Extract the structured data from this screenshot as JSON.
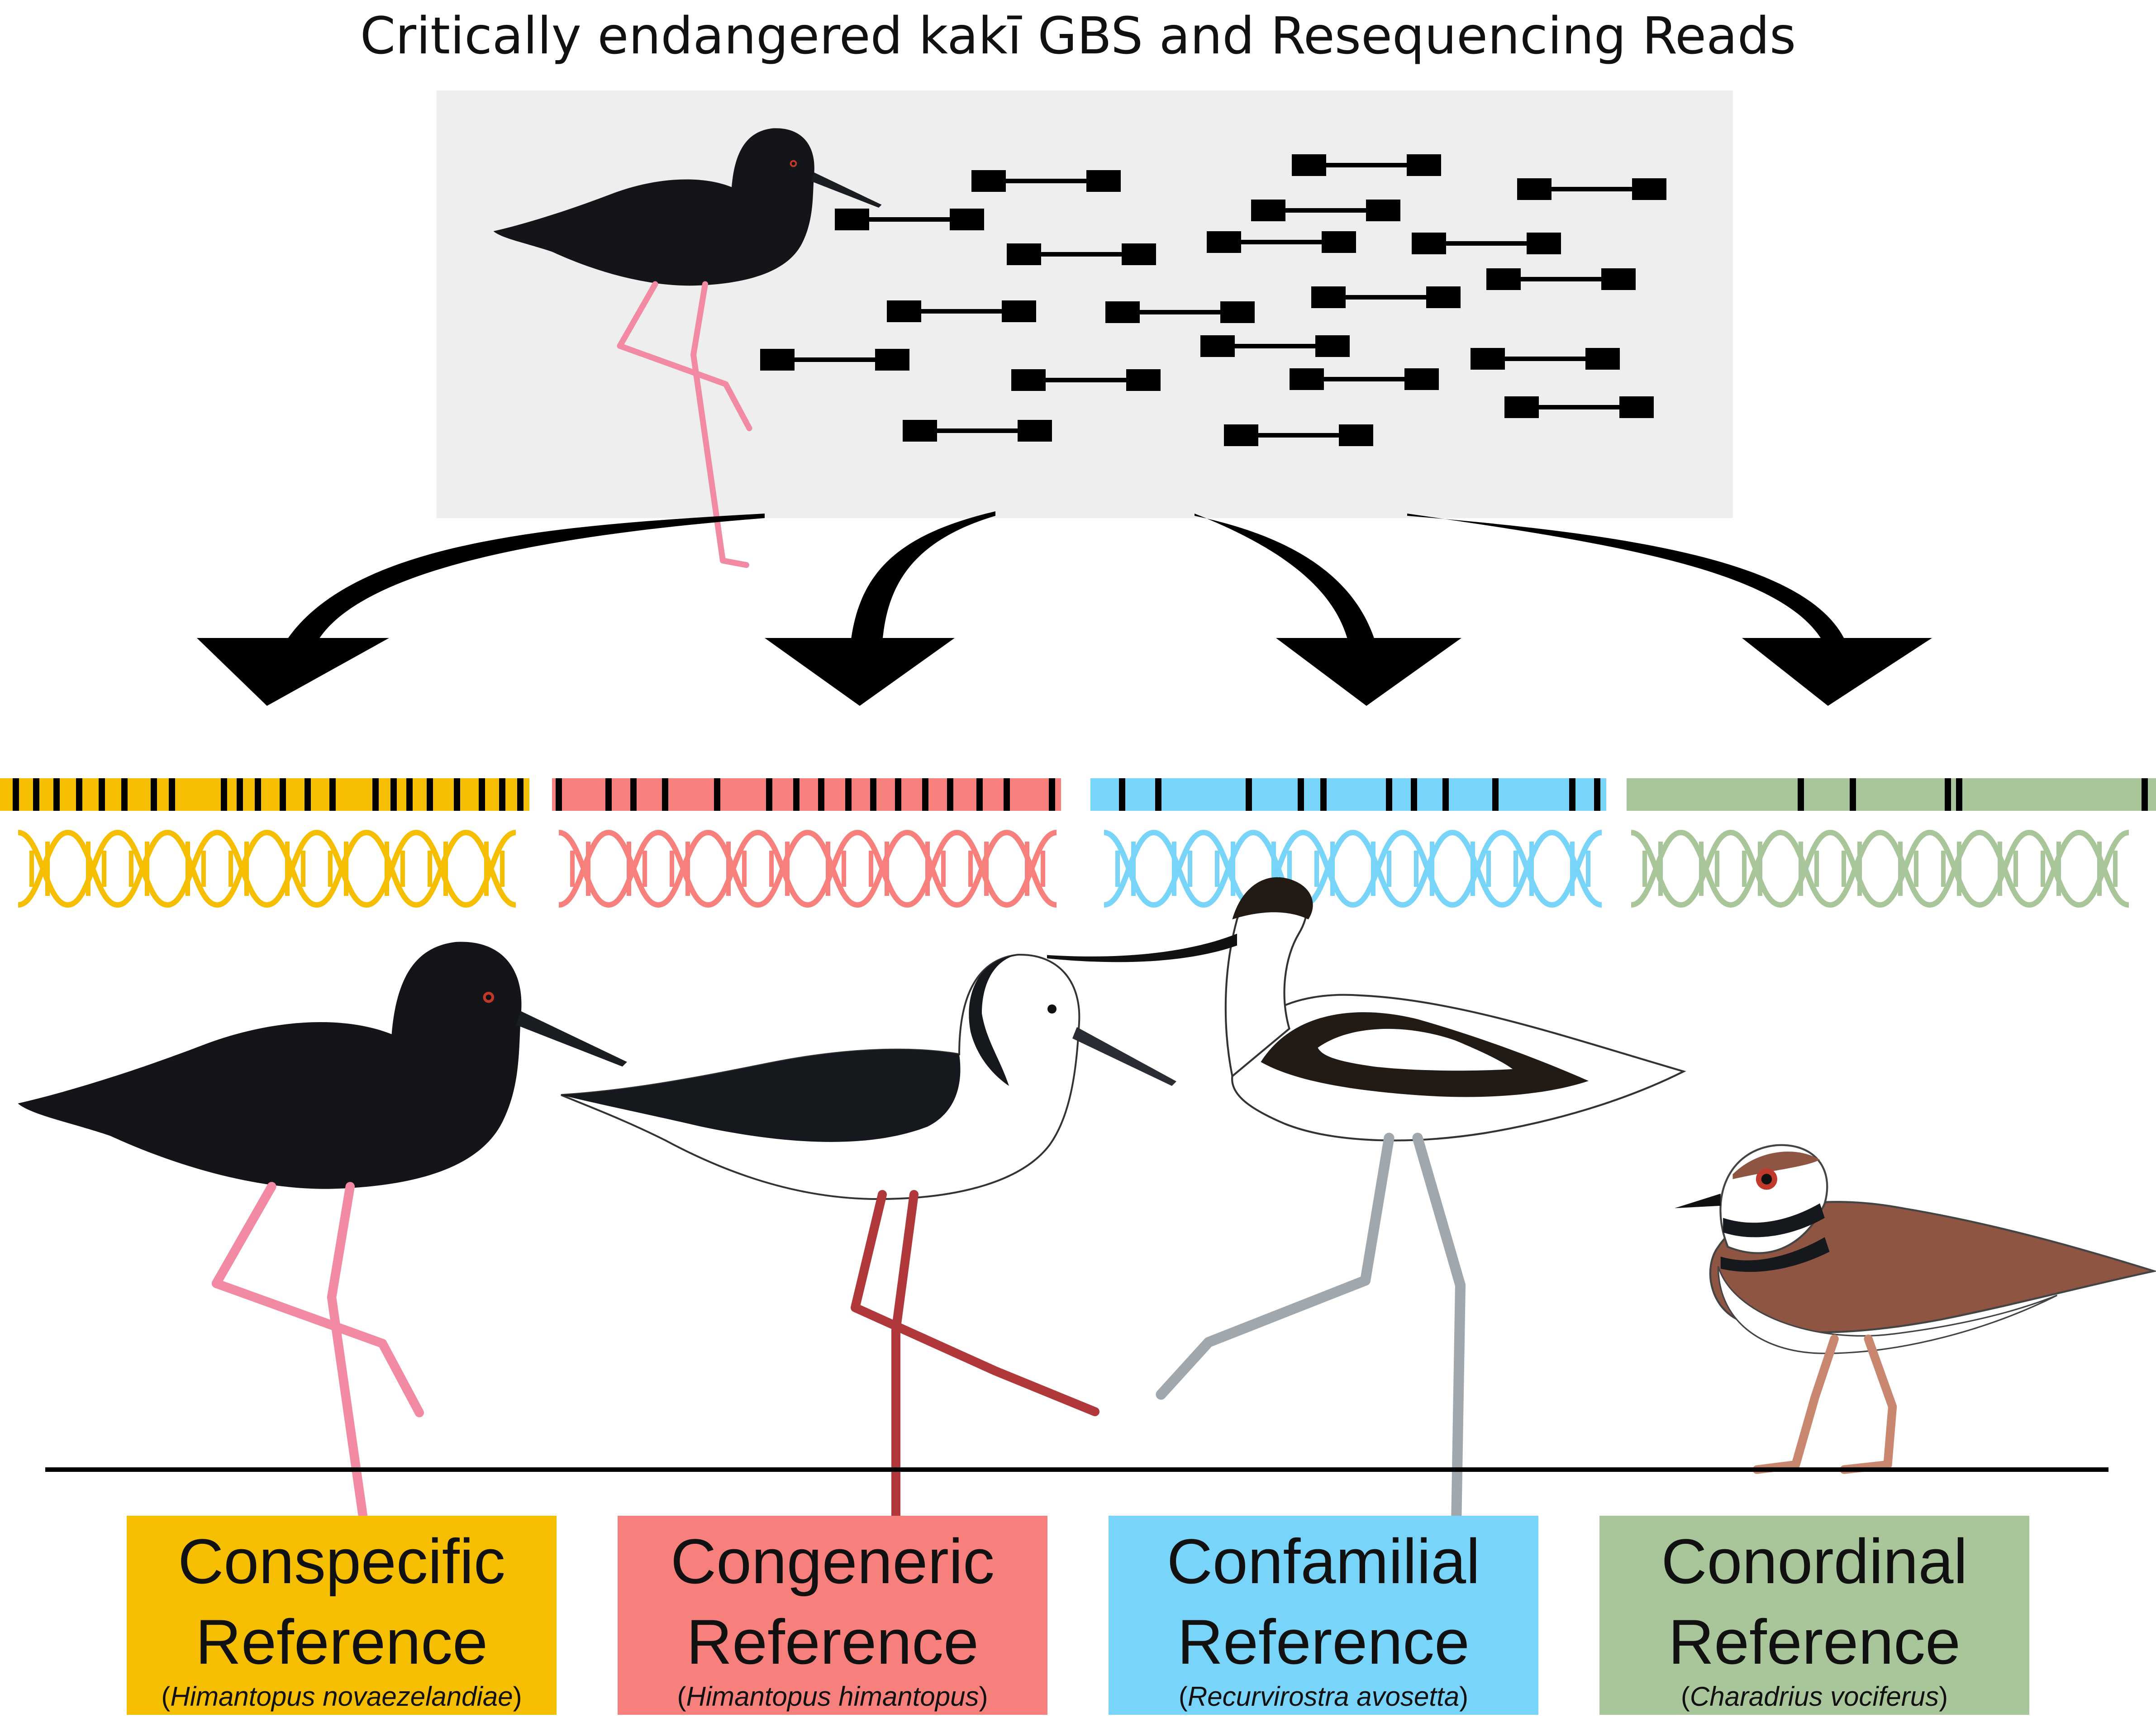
{
  "title": "Critically endangered kakī GBS and Resequencing Reads",
  "colors": {
    "conspecific": "#F6BE00",
    "congeneric": "#F8807C",
    "confamilial": "#78D4F8",
    "conordinal": "#A8C69A",
    "panel_bg": "#EEEEEE",
    "ink": "#000000"
  },
  "icons": [
    "kaki-bird-icon",
    "pied-stilt-icon",
    "avocet-icon",
    "killdeer-icon",
    "dna-helix-icon",
    "read-pair-icon",
    "arrow-icon"
  ],
  "references": [
    {
      "line1": "Conspecific",
      "line2": "Reference",
      "species": "Himantopus novaezelandiae"
    },
    {
      "line1": "Congeneric",
      "line2": "Reference",
      "species": "Himantopus himantopus"
    },
    {
      "line1": "Confamilial",
      "line2": "Reference",
      "species": "Recurvirostra avosetta"
    },
    {
      "line1": "Conordinal",
      "line2": "Reference",
      "species": "Charadrius vociferus"
    }
  ]
}
